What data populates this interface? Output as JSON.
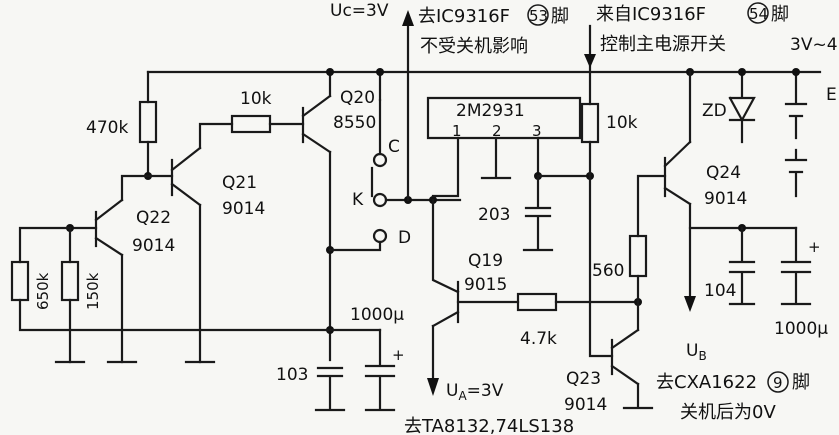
{
  "labels": {
    "uc_top": "Uc=3V",
    "note_top_left": "去IC9316F",
    "note_top_left_pin": "53",
    "note_top_left_tail": "脚",
    "note_top_left_2": "不受关机影响",
    "note_top_right": "来自IC9316F",
    "note_top_right_pin": "54",
    "note_top_right_tail": "脚",
    "note_top_right_2": "控制主电源开关",
    "supply": "3V~4",
    "supply_e": "E",
    "r470k": "470k",
    "r10k_a": "10k",
    "r10k_b": "10k",
    "q20": "Q20",
    "q20_type": "8550",
    "q21": "Q21",
    "q21_type": "9014",
    "q22": "Q22",
    "q22_type": "9014",
    "r650k": "650k",
    "r150k": "150k",
    "sw_c": "C",
    "sw_k": "K",
    "sw_d": "D",
    "ic": "2M2931",
    "ic_p1": "1",
    "ic_p2": "2",
    "ic_p3": "3",
    "c203": "203",
    "q19": "Q19",
    "q19_type": "9015",
    "r4k7": "4.7k",
    "c1000u_a": "1000μ",
    "c103": "103",
    "ua": "U",
    "ua_sub": "A",
    "ua_val": "=3V",
    "note_bottom": "去TA8132,74LS138",
    "zd": "ZD",
    "r560": "560",
    "q24": "Q24",
    "q24_type": "9014",
    "c104": "104",
    "c1000u_b": "1000μ",
    "q23": "Q23",
    "q23_type": "9014",
    "ub": "U",
    "ub_sub": "B",
    "note_ub": "去CXA1622",
    "note_ub_pin": "9",
    "note_ub_tail": "脚",
    "note_ub_2": "关机后为0V",
    "plus": "+"
  }
}
